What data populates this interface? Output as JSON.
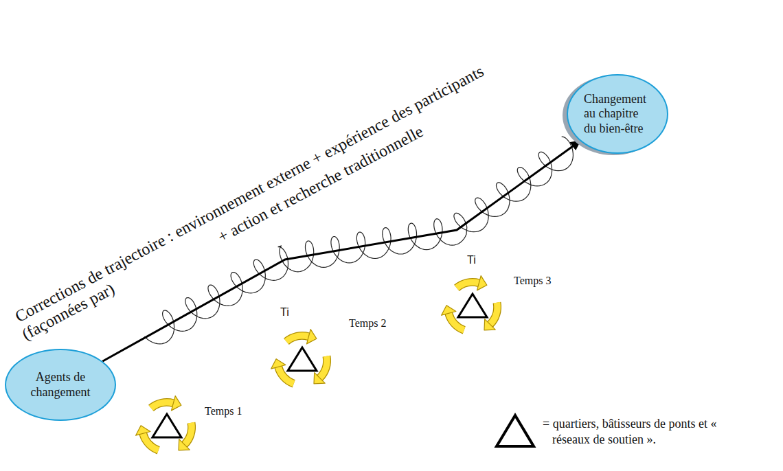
{
  "diagram": {
    "nodes": [
      {
        "text": [
          "Agents de changement"
        ]
      },
      {
        "text": [
          "Changement au chapitre du bien-être"
        ]
      }
    ],
    "edges": [
      {
        "from": 0,
        "to": 1,
        "arrow": "to"
      }
    ],
    "labels": [
      "Corrections de trajectoire : environnement externe + expérience des participants",
      "(façonnées par)",
      "+ action et recherche traditionnelle",
      "Ti",
      "Ti",
      "Temps 1",
      "Temps 2",
      "Temps 3"
    ],
    "legend": [
      {
        "text": "= quartiers, bâtisseurs de ponts et « réseaux de soutien »."
      }
    ]
  }
}
